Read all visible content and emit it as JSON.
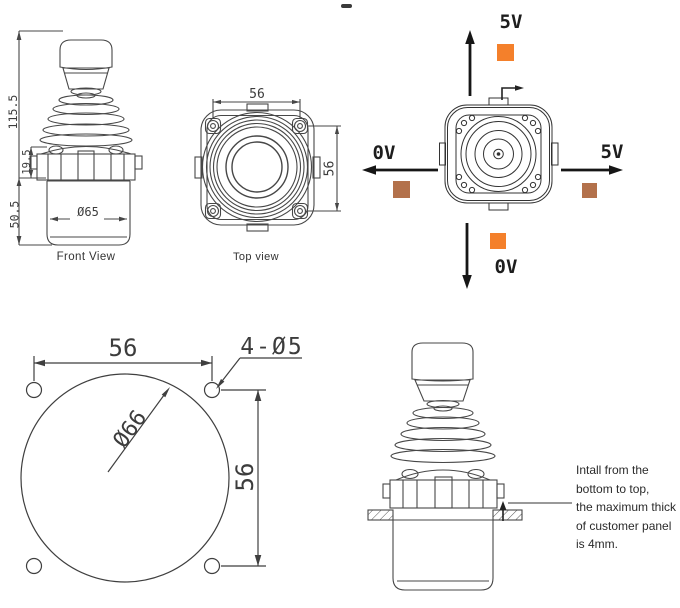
{
  "front_view": {
    "title": "Front View",
    "dim_total_height": "115.5",
    "dim_flange_height": "19.5",
    "dim_body_height": "50.5",
    "dim_body_diameter": "Ø65"
  },
  "top_view": {
    "title": "Top view",
    "dim_width": "56",
    "dim_height": "56"
  },
  "direction_diagram": {
    "up_label": "5V",
    "down_label": "0V",
    "left_label": "0V",
    "right_label": "5V",
    "colors": {
      "up_square": "#f4802b",
      "down_square": "#f4802b",
      "left_square": "#b3714b",
      "right_square": "#b3714b"
    }
  },
  "mounting_pattern": {
    "dim_hole_spacing_horizontal": "56",
    "dim_hole_spacing_vertical": "56",
    "dim_holes": "4-Ø5",
    "dim_circle_diameter": "Ø66"
  },
  "installation_view": {
    "note_lines": [
      "Intall from the",
      "bottom to top,",
      "the maximum thick",
      "of customer panel",
      "is 4mm."
    ]
  }
}
